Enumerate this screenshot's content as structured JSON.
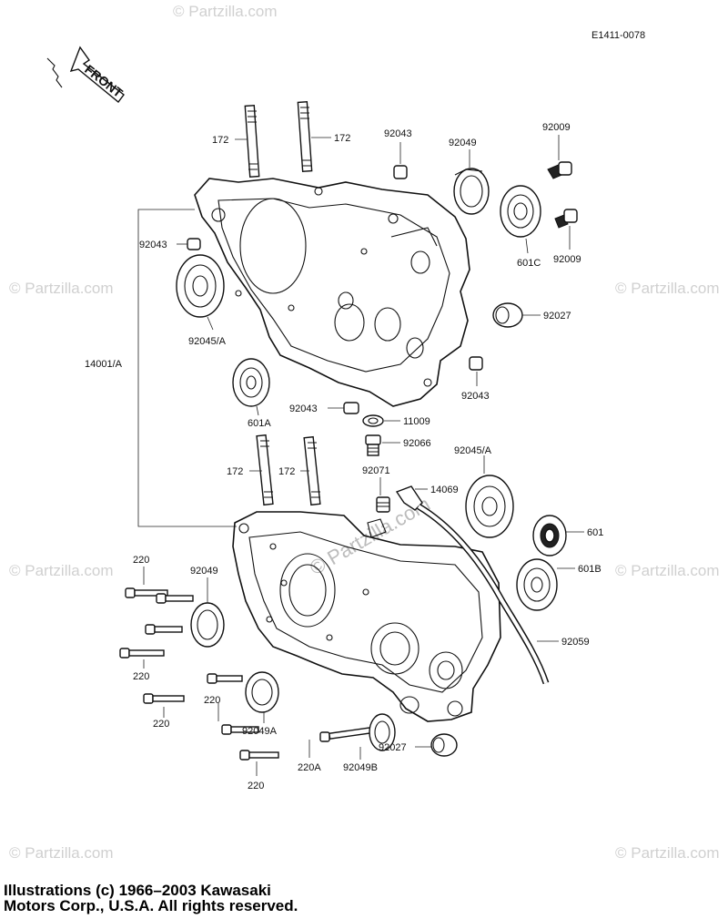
{
  "diagram_code": "E1411-0078",
  "front_label": "FRONT",
  "watermark": "© Partzilla.com",
  "copyright": {
    "line1": "Illustrations (c) 1966–2003 Kawasaki",
    "line2": "Motors Corp., U.S.A.  All rights reserved."
  },
  "labels": {
    "stud_upper_left": "172",
    "stud_upper_right": "172",
    "dowel_top": "92043",
    "seal_top": "92049",
    "bolt_top": "92009",
    "bolt_right": "92009",
    "bearing_601c": "601C",
    "dowel_left": "92043",
    "bearing_left": "92045/A",
    "crankcase_assy": "14001/A",
    "spacer_right": "92027",
    "dowel_right": "92043",
    "bearing_601a": "601A",
    "dowel_center": "92043",
    "washer": "11009",
    "drain_plug": "92066",
    "bearing_lower_right": "92045/A",
    "stud_lower_left": "172",
    "stud_lower_right": "172",
    "fitting": "92071",
    "elbow": "14069",
    "bearing_601": "601",
    "bearing_601b": "601B",
    "bolt_220_a": "220",
    "seal_left": "92049",
    "bolt_220_b": "220",
    "bolt_220_c": "220",
    "bolt_220_d": "220",
    "seal_92049a": "92049A",
    "bolt_220a": "220A",
    "seal_92049b": "92049B",
    "spacer_lower": "92027",
    "hose": "92059",
    "bolt_220_e": "220"
  }
}
